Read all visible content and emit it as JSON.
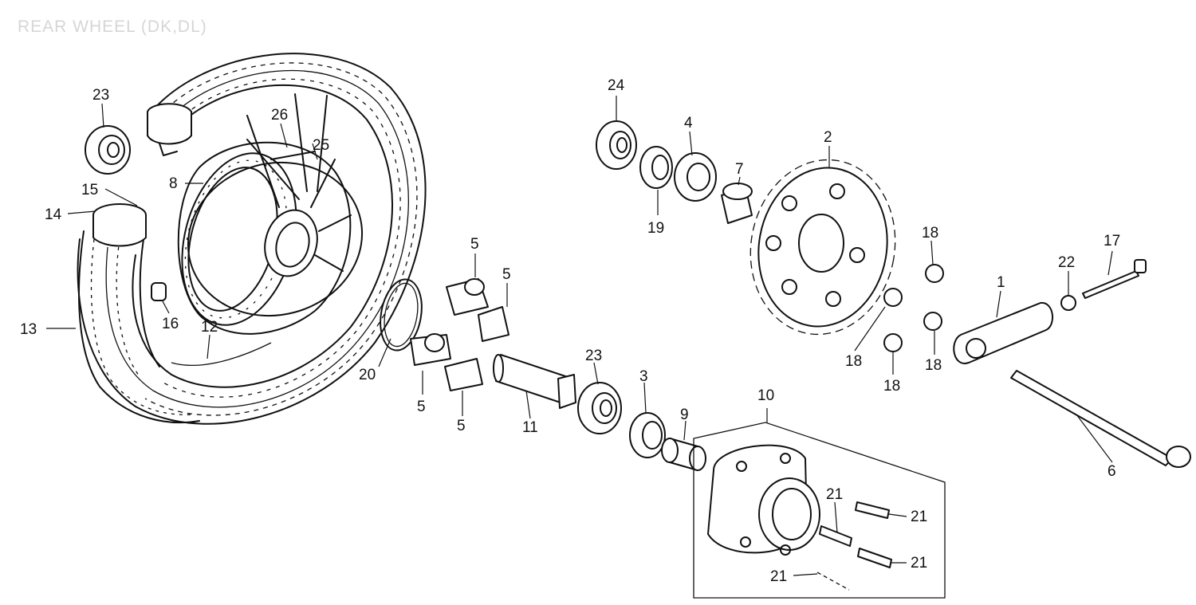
{
  "title": "REAR WHEEL (DK,DL)",
  "callouts": {
    "p1": "1",
    "p2": "2",
    "p3": "3",
    "p4": "4",
    "p5a": "5",
    "p5b": "5",
    "p5c": "5",
    "p5d": "5",
    "p6": "6",
    "p7": "7",
    "p8": "8",
    "p9": "9",
    "p10": "10",
    "p11": "11",
    "p12": "12",
    "p13": "13",
    "p14": "14",
    "p15": "15",
    "p16": "16",
    "p17": "17",
    "p18a": "18",
    "p18b": "18",
    "p18c": "18",
    "p18d": "18",
    "p19": "19",
    "p20": "20",
    "p21a": "21",
    "p21b": "21",
    "p21c": "21",
    "p21d": "21",
    "p22": "22",
    "p23a": "23",
    "p23b": "23",
    "p24": "24",
    "p25": "25",
    "p26": "26"
  }
}
